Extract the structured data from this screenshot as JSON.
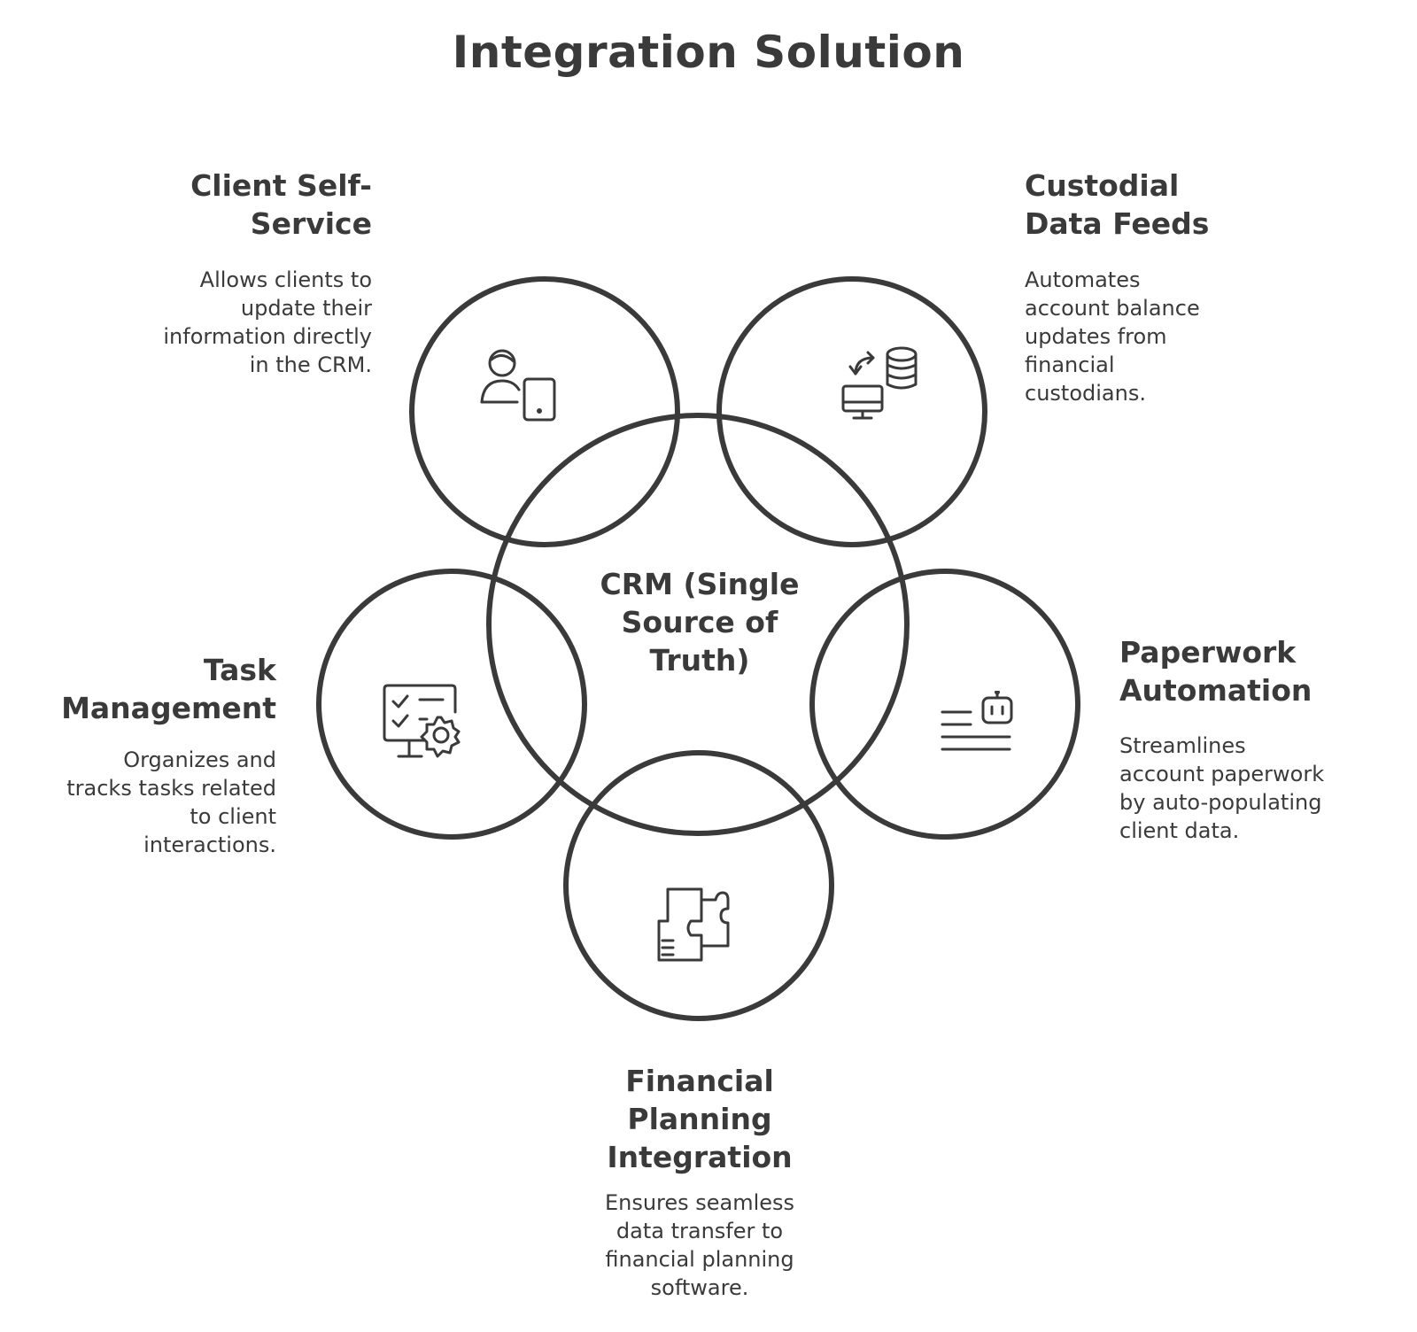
{
  "title": "Integration Solution",
  "center": {
    "label": "CRM (Single Source of Truth)"
  },
  "nodes": [
    {
      "id": "client-self-service",
      "title": "Client Self-Service",
      "description": "Allows clients to update their information directly in the CRM.",
      "icon": "user-tablet-icon"
    },
    {
      "id": "custodial-data-feeds",
      "title": "Custodial Data Feeds",
      "description": "Automates account balance updates from financial custodians.",
      "icon": "database-sync-icon"
    },
    {
      "id": "task-management",
      "title": "Task Management",
      "description": "Organizes and tracks tasks related to client interactions.",
      "icon": "checklist-gear-icon"
    },
    {
      "id": "paperwork-automation",
      "title": "Paperwork Automation",
      "description": "Streamlines account paperwork by auto-populating client data.",
      "icon": "document-robot-icon"
    },
    {
      "id": "financial-planning-integration",
      "title": "Financial Planning Integration",
      "description": "Ensures seamless data transfer to financial planning software.",
      "icon": "puzzle-document-icon"
    }
  ],
  "colors": {
    "stroke": "#3a3a3a",
    "background": "#ffffff"
  }
}
